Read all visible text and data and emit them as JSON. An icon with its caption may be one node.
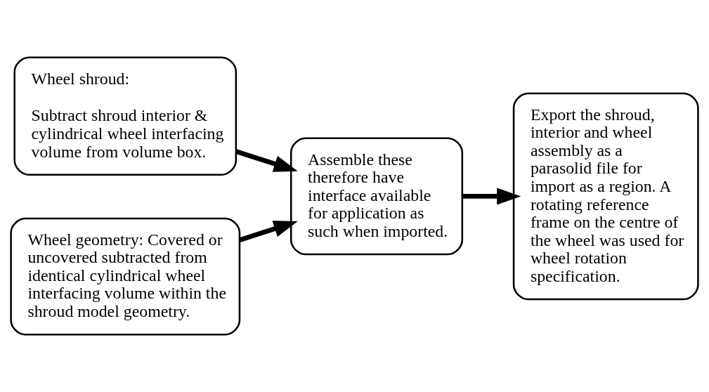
{
  "diagram": {
    "nodes": [
      {
        "text": [
          "Wheel shroud:",
          "Subtract shroud interior & cylindrical wheel interfacing volume from volume box."
        ]
      },
      {
        "text": [
          "Wheel geometry: Covered or uncovered subtracted from identical cylindrical wheel interfacing volume within the shroud model geometry."
        ]
      },
      {
        "text": [
          "Assemble these therefore have interface available for application as such when imported."
        ]
      },
      {
        "text": [
          "Export the shroud, interior and wheel assembly as a parasolid file for import as a region. A rotating reference frame on the centre of the wheel was used for wheel rotation specification."
        ]
      }
    ],
    "edges": [
      {
        "from": 0,
        "to": 2,
        "arrow": "to"
      },
      {
        "from": 1,
        "to": 2,
        "arrow": "to"
      },
      {
        "from": 2,
        "to": 3,
        "arrow": "to"
      }
    ]
  }
}
